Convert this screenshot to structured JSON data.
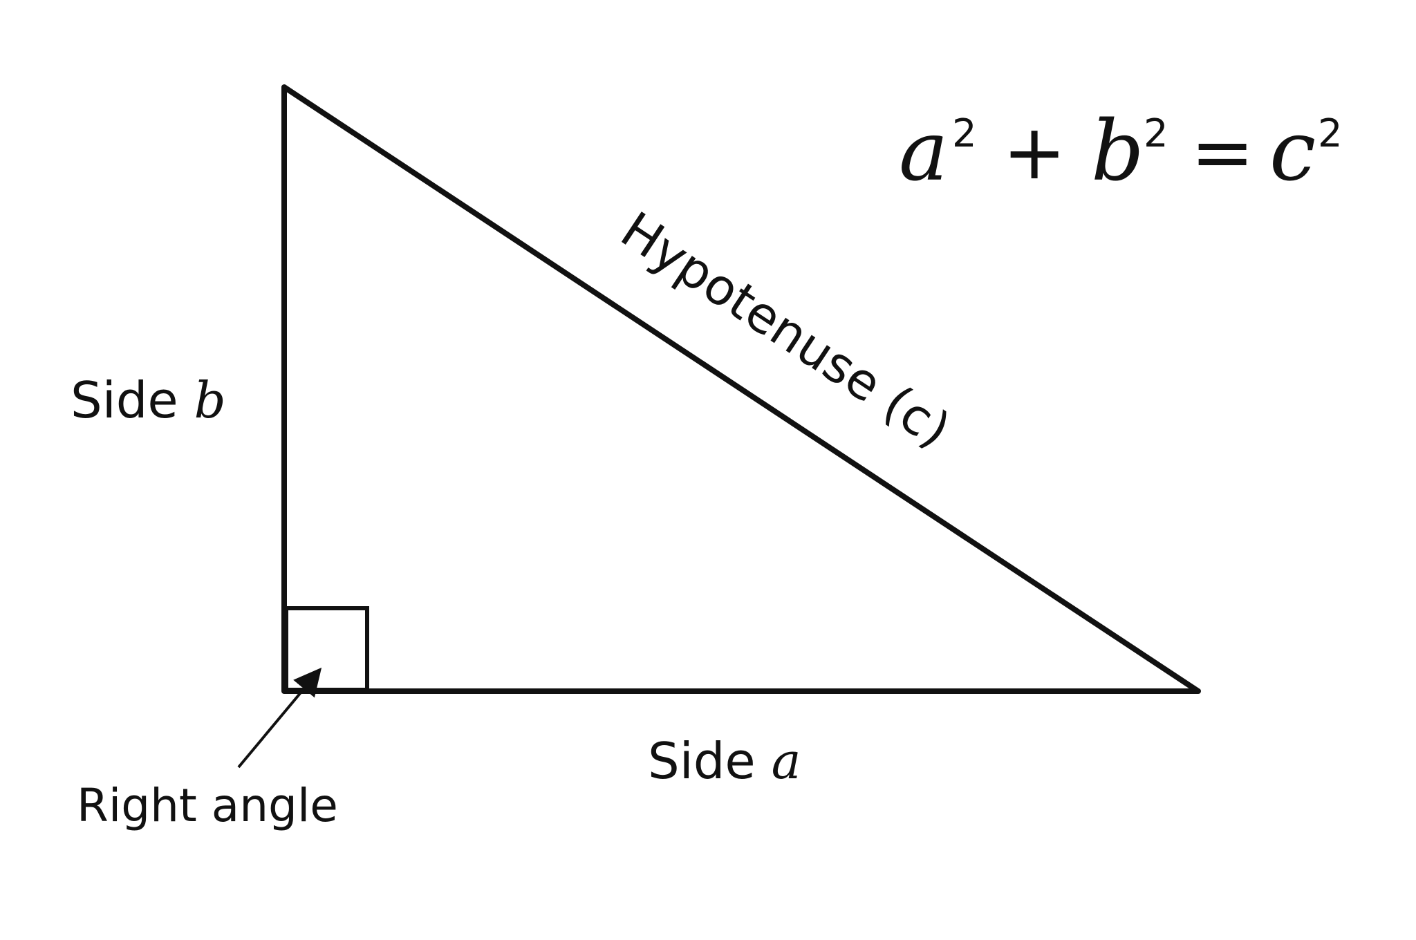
{
  "colors": {
    "stroke": "#111111",
    "background": "#ffffff"
  },
  "labels": {
    "side_b_prefix": "Side ",
    "side_b_var": "b",
    "side_a_prefix": "Side ",
    "side_a_var": "a",
    "hypotenuse": "Hypotenuse (c)",
    "right_angle": "Right angle"
  },
  "equation": {
    "a": "a",
    "b": "b",
    "c": "c",
    "exponent": "2",
    "plus": "+",
    "equals": "="
  }
}
